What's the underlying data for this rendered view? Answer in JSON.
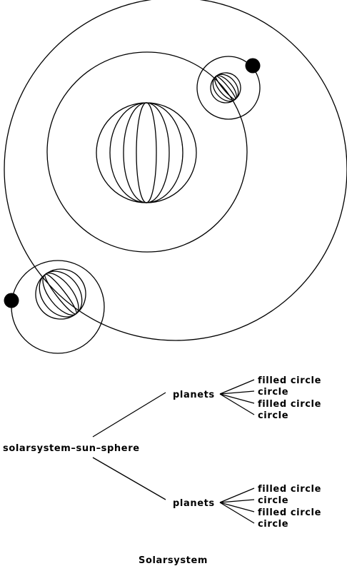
{
  "diagram": {
    "root_label": "solarsystem–sun–sphere",
    "branches": [
      {
        "label": "planets",
        "leaves": [
          "filled circle",
          "circle",
          "filled circle",
          "circle"
        ]
      },
      {
        "label": "planets",
        "leaves": [
          "filled circle",
          "circle",
          "filled circle",
          "circle"
        ]
      }
    ],
    "caption": "Solarsystem"
  },
  "colors": {
    "stroke": "#000000",
    "fill": "#000000",
    "background": "#ffffff"
  }
}
